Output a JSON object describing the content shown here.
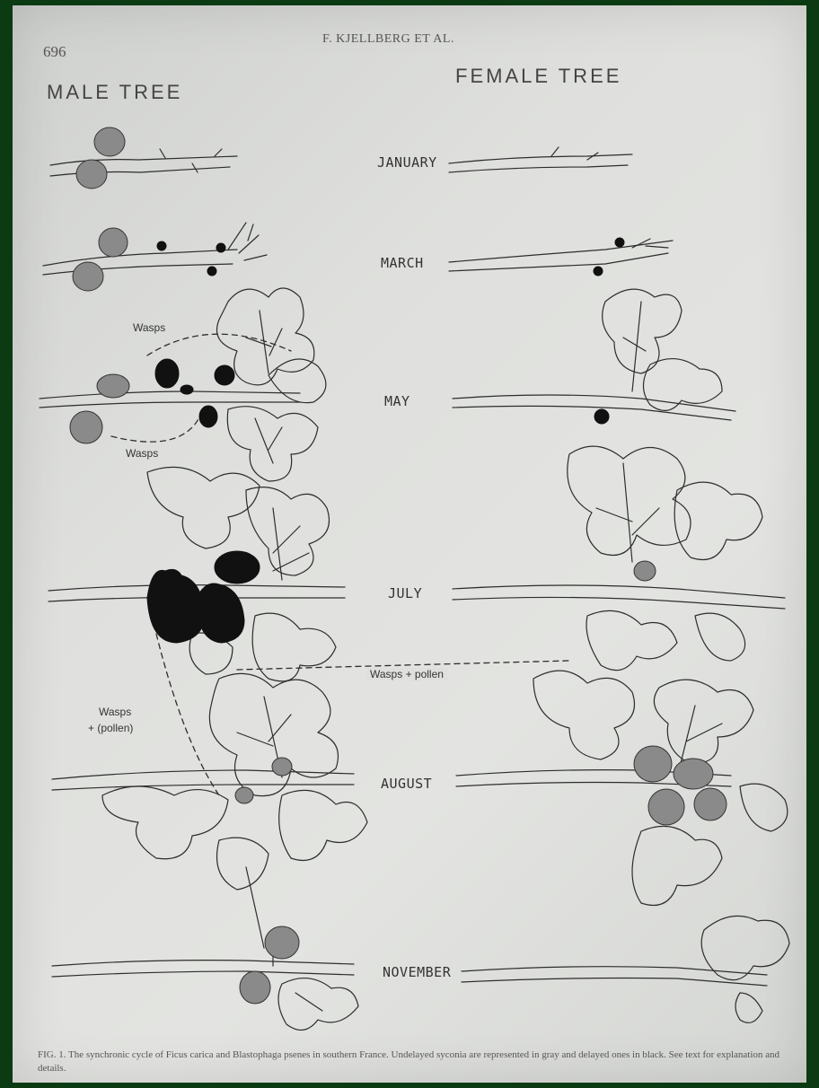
{
  "header": {
    "page_number": "696",
    "running_head": "F. KJELLBERG ET AL."
  },
  "figure": {
    "male_heading": "MALE TREE",
    "female_heading": "FEMALE TREE",
    "months": [
      "JANUARY",
      "MARCH",
      "MAY",
      "JULY",
      "AUGUST",
      "NOVEMBER"
    ],
    "annotations": {
      "wasps_may_top": "Wasps",
      "wasps_may_bottom": "Wasps",
      "wasps_pollen_july": "Wasps + pollen",
      "wasps_pollen_august_line1": "Wasps",
      "wasps_pollen_august_line2": "+ (pollen)"
    },
    "legend": {
      "gray": "Undelayed syconia",
      "black": "Delayed syconia"
    }
  },
  "caption": "FIG. 1. The synchronic cycle of Ficus carica and Blastophaga psenes in southern France. Undelayed syconia are represented in gray and delayed ones in black. See text for explanation and details."
}
